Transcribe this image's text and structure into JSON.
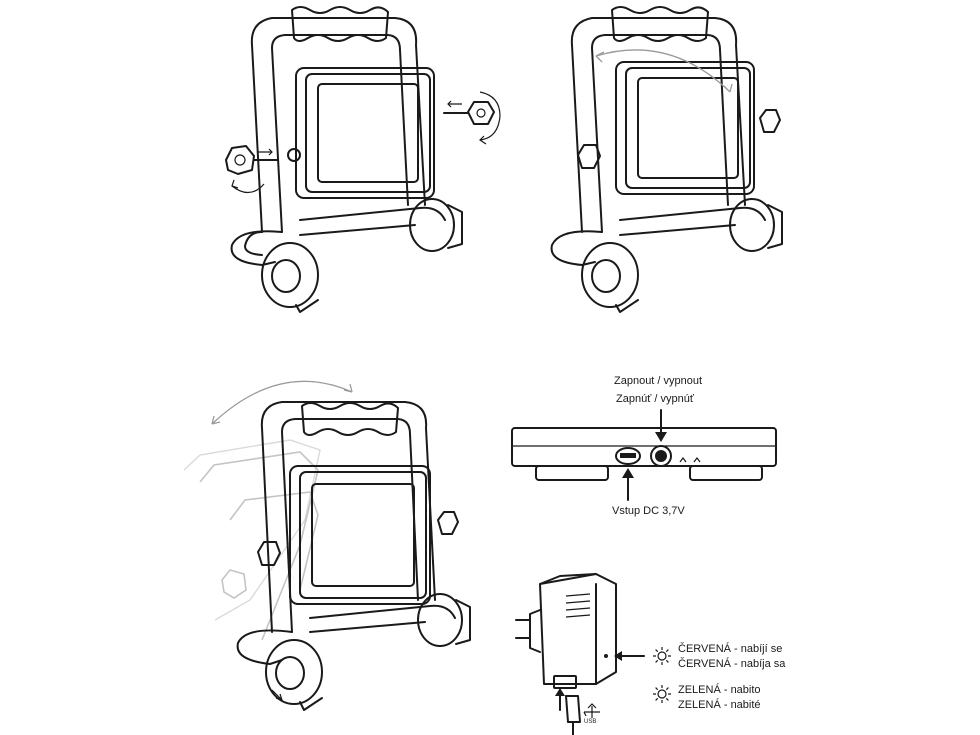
{
  "labels": {
    "power_switch_cz": "Zapnout / vypnout",
    "power_switch_sk": "Zapnúť / vypnúť",
    "dc_input": "Vstup DC 3,7V",
    "red_cz": "ČERVENÁ - nabíjí se",
    "red_sk": "ČERVENÁ - nabíja sa",
    "green_cz": "ZELENÁ - nabito",
    "green_sk": "ZELENÁ - nabité",
    "usb_mark": "USB"
  },
  "colors": {
    "line": "#1a1a1a",
    "ghost": "#c4c4c4",
    "background": "#ffffff"
  },
  "icons": {
    "indicator_light": "sun-burst-icon"
  }
}
